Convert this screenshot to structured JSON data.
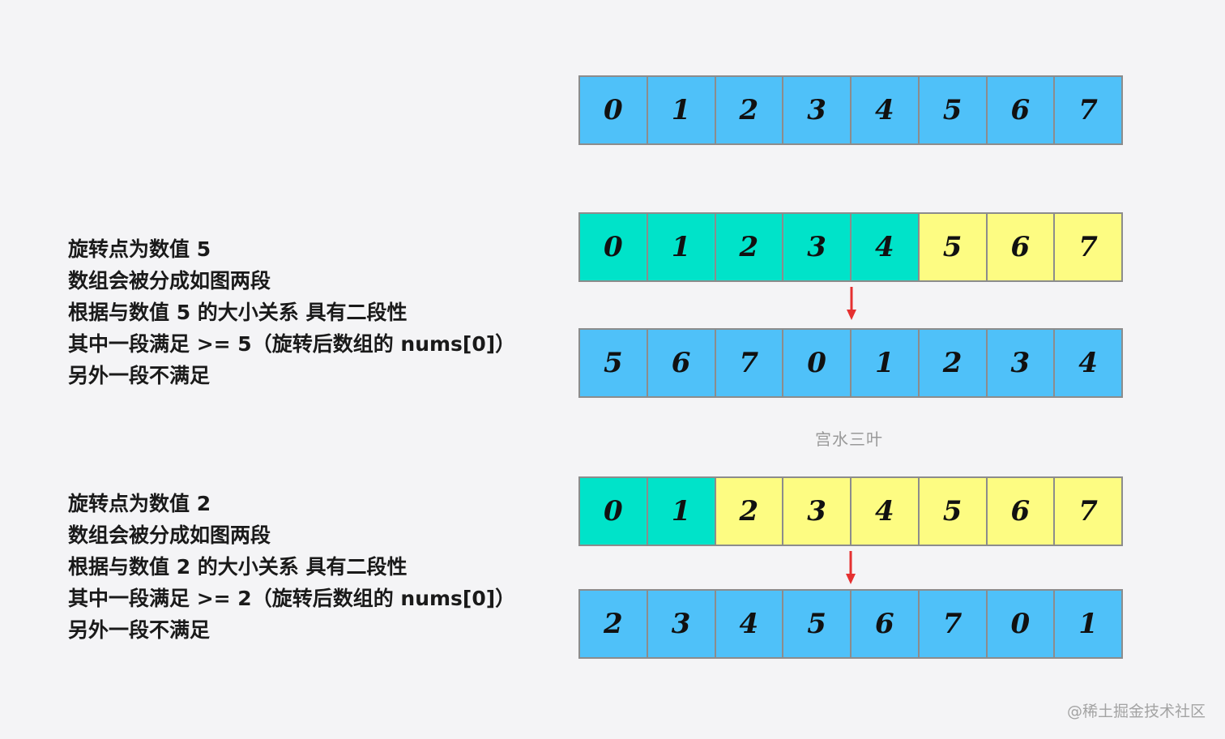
{
  "colors": {
    "blue": "#4fc1f9",
    "teal": "#00e3c9",
    "yellow": "#fdfc82",
    "border": "#8c8c8c",
    "arrow": "#e53030"
  },
  "text_blocks": [
    {
      "lines": [
        "旋转点为数值 5",
        "数组会被分成如图两段",
        "根据与数值 5 的大小关系 具有二段性",
        "其中一段满足 >= 5（旋转后数组的 nums[0]）",
        "另外一段不满足"
      ]
    },
    {
      "lines": [
        "旋转点为数值 2",
        "数组会被分成如图两段",
        "根据与数值 2 的大小关系 具有二段性",
        "其中一段满足 >= 2（旋转后数组的 nums[0]）",
        "另外一段不满足"
      ]
    }
  ],
  "arrays": [
    {
      "cells": [
        {
          "value": "0",
          "color": "blue"
        },
        {
          "value": "1",
          "color": "blue"
        },
        {
          "value": "2",
          "color": "blue"
        },
        {
          "value": "3",
          "color": "blue"
        },
        {
          "value": "4",
          "color": "blue"
        },
        {
          "value": "5",
          "color": "blue"
        },
        {
          "value": "6",
          "color": "blue"
        },
        {
          "value": "7",
          "color": "blue"
        }
      ]
    },
    {
      "cells": [
        {
          "value": "0",
          "color": "teal"
        },
        {
          "value": "1",
          "color": "teal"
        },
        {
          "value": "2",
          "color": "teal"
        },
        {
          "value": "3",
          "color": "teal"
        },
        {
          "value": "4",
          "color": "teal"
        },
        {
          "value": "5",
          "color": "yellow"
        },
        {
          "value": "6",
          "color": "yellow"
        },
        {
          "value": "7",
          "color": "yellow"
        }
      ]
    },
    {
      "cells": [
        {
          "value": "5",
          "color": "blue"
        },
        {
          "value": "6",
          "color": "blue"
        },
        {
          "value": "7",
          "color": "blue"
        },
        {
          "value": "0",
          "color": "blue"
        },
        {
          "value": "1",
          "color": "blue"
        },
        {
          "value": "2",
          "color": "blue"
        },
        {
          "value": "3",
          "color": "blue"
        },
        {
          "value": "4",
          "color": "blue"
        }
      ]
    },
    {
      "cells": [
        {
          "value": "0",
          "color": "teal"
        },
        {
          "value": "1",
          "color": "teal"
        },
        {
          "value": "2",
          "color": "yellow"
        },
        {
          "value": "3",
          "color": "yellow"
        },
        {
          "value": "4",
          "color": "yellow"
        },
        {
          "value": "5",
          "color": "yellow"
        },
        {
          "value": "6",
          "color": "yellow"
        },
        {
          "value": "7",
          "color": "yellow"
        }
      ]
    },
    {
      "cells": [
        {
          "value": "2",
          "color": "blue"
        },
        {
          "value": "3",
          "color": "blue"
        },
        {
          "value": "4",
          "color": "blue"
        },
        {
          "value": "5",
          "color": "blue"
        },
        {
          "value": "6",
          "color": "blue"
        },
        {
          "value": "7",
          "color": "blue"
        },
        {
          "value": "0",
          "color": "blue"
        },
        {
          "value": "1",
          "color": "blue"
        }
      ]
    }
  ],
  "watermark": "宫水三叶",
  "site_mark": "@稀土掘金技术社区"
}
